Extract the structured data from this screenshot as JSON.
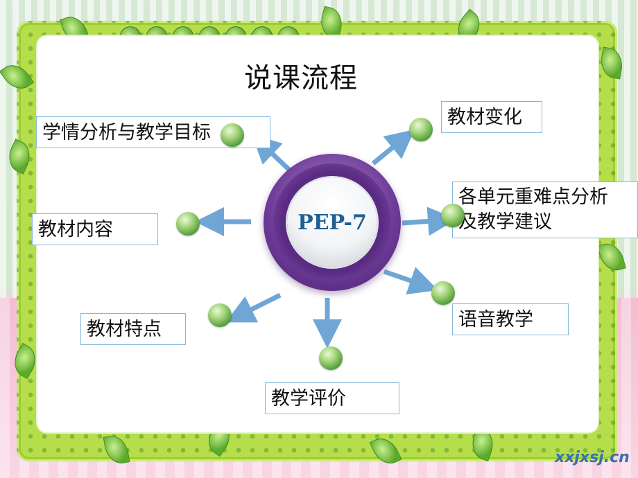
{
  "slide": {
    "title": "说课流程",
    "hub_label": "PEP-7",
    "watermark": "xxjxsj.cn"
  },
  "topics": {
    "top_left": "学情分析与教学目标",
    "top_right": "教材变化",
    "right_line1": "各单元重难点分析",
    "right_line2": "及教学建议",
    "left": "教材内容",
    "lower_right": "语音教学",
    "lower_left": "教材特点",
    "bottom": "教学评价"
  },
  "colors": {
    "frame": "#b6dd4a",
    "hub": "#6c3a96",
    "hub_text": "#1f5f93",
    "arrow": "#6fa6d6",
    "box_border": "#86b7d9"
  }
}
